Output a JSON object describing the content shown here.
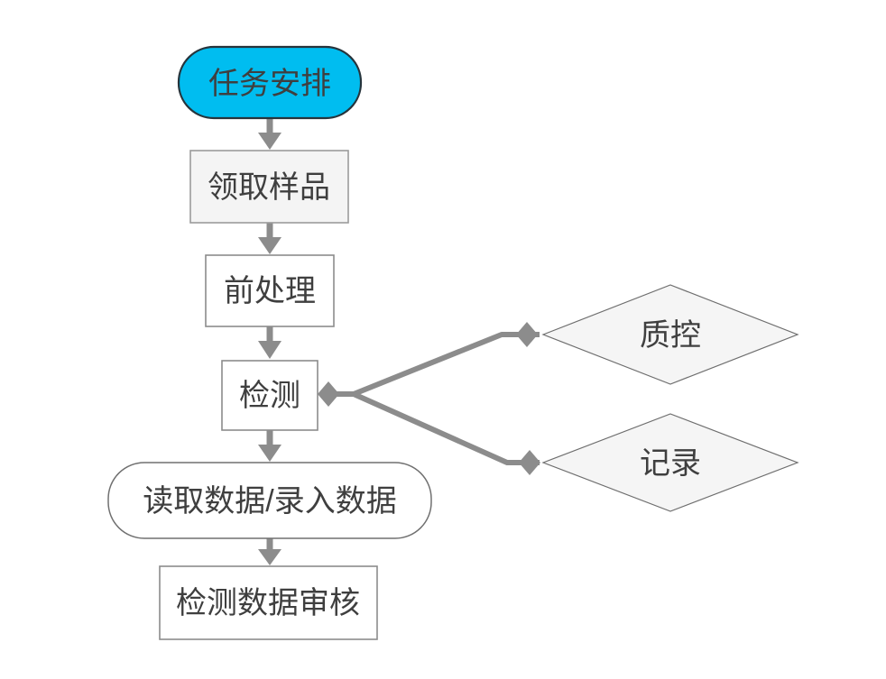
{
  "diagram": {
    "title": "lab-testing-workflow-flowchart",
    "colors": {
      "background": "#ffffff",
      "accent_fill": "#00bdf0",
      "accent_border": "#26343c",
      "box_fill_light": "#f4f4f4",
      "box_fill_white": "#ffffff",
      "box_border_light": "#9b9b9b",
      "box_border": "#8c8c8c",
      "rounded_border": "#707070",
      "diamond_fill": "#f5f5f5",
      "diamond_border": "#6e6e6e",
      "connector": "#8c8c8c",
      "text": "#3f3f3f"
    },
    "nodes": [
      {
        "id": "task-assignment",
        "type": "stadium",
        "label": "任务安排"
      },
      {
        "id": "receive-sample",
        "type": "rect",
        "label": "领取样品"
      },
      {
        "id": "pretreatment",
        "type": "rect",
        "label": "前处理"
      },
      {
        "id": "testing",
        "type": "rect",
        "label": "检测"
      },
      {
        "id": "quality-control",
        "type": "diamond",
        "label": "质控"
      },
      {
        "id": "record",
        "type": "diamond",
        "label": "记录"
      },
      {
        "id": "read-enter-data",
        "type": "rounded-rect",
        "label": "读取数据/录入数据"
      },
      {
        "id": "data-review",
        "type": "rect",
        "label": "检测数据审核"
      }
    ],
    "edges": [
      {
        "from": "task-assignment",
        "to": "receive-sample",
        "style": "arrow-down"
      },
      {
        "from": "receive-sample",
        "to": "pretreatment",
        "style": "arrow-down"
      },
      {
        "from": "pretreatment",
        "to": "testing",
        "style": "arrow-down"
      },
      {
        "from": "testing",
        "to": "quality-control",
        "style": "diamond-tipped-line"
      },
      {
        "from": "testing",
        "to": "record",
        "style": "diamond-tipped-line"
      },
      {
        "from": "testing",
        "to": "read-enter-data",
        "style": "arrow-down"
      },
      {
        "from": "read-enter-data",
        "to": "data-review",
        "style": "arrow-down"
      }
    ]
  }
}
